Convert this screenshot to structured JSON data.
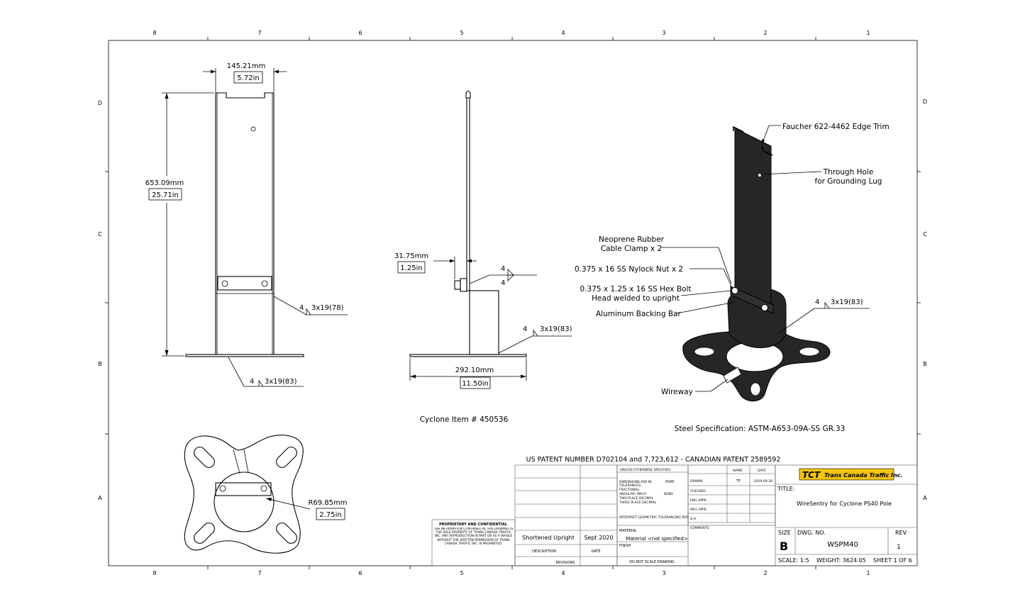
{
  "zones": {
    "top": [
      "8",
      "7",
      "6",
      "5",
      "4",
      "3",
      "2",
      "1"
    ],
    "bottom": [
      "8",
      "7",
      "6",
      "5",
      "4",
      "3",
      "2",
      "1"
    ],
    "left": [
      "D",
      "C",
      "B",
      "A"
    ],
    "right": [
      "D",
      "C",
      "B",
      "A"
    ]
  },
  "dimensions": {
    "width_mm": "145.21mm",
    "width_in": "5.72in",
    "height_mm": "653.09mm",
    "height_in": "25.71in",
    "offset_mm": "31.75mm",
    "offset_in": "1.25in",
    "base_mm": "292.10mm",
    "base_in": "11.50in",
    "radius_mm": "R69.85mm",
    "radius_in": "2.75in"
  },
  "welds": {
    "front": {
      "size": "4",
      "spec": "3x19(78)"
    },
    "front_base": {
      "size": "4",
      "spec": "3x19(83)"
    },
    "side_top": {
      "size": "4",
      "size2": "4"
    },
    "side_base": {
      "size": "4",
      "spec": "3x19(83)"
    },
    "iso": {
      "size": "4",
      "spec": "3x19(83)"
    }
  },
  "callouts": {
    "edge_trim": "Faucher 622-4462 Edge Trim",
    "through_hole_1": "Through Hole",
    "through_hole_2": "for Grounding Lug",
    "neoprene_1": "Neoprene Rubber",
    "neoprene_2": "Cable Clamp x 2",
    "nylock": "0.375 x 16 SS Nylock Nut x 2",
    "hexbolt_1": "0.375 x 1.25 x 16 SS Hex Bolt",
    "hexbolt_2": "Head welded to upright",
    "backing_bar": "Aluminum Backing Bar",
    "wireway": "Wireway"
  },
  "notes": {
    "cyclone_item": "Cyclone Item # 450536",
    "steel_spec": "Steel Specification: ASTM-A653-09A-SS GR.33",
    "patent": "US PATENT NUMBER D702104 and 7,723,612 - CANADIAN PATENT 2589592"
  },
  "title_block": {
    "proprietary_title": "PROPRIETARY AND CONFIDENTIAL",
    "proprietary_body": "THE INFORMATION CONTAINED IN THIS DRAWING IS THE SOLE PROPERTY OF TRANS CANADA TRAFFIC INC. ANY REPRODUCTION IN PART OR AS A WHOLE WITHOUT THE WRITTEN PERMISSION OF TRANS CANADA TRAFFIC INC. IS PROHIBITED.",
    "revision_desc": "Shortened Upright",
    "revision_date": "Sept 2020",
    "description_label": "DESCRIPTION",
    "date_label": "DATE",
    "revisions_label": "REVISIONS",
    "unless_label": "UNLESS OTHERWISE SPECIFIED:",
    "dims_label": "DIMENSIONS ARE IN",
    "dims_unit": "mm",
    "tolerances_label": "TOLERANCES:",
    "fractional_label": "FRACTIONAL",
    "angular_label": "ANGULAR: MACH",
    "bend_label": "BEND",
    "two_place_label": "TWO PLACE DECIMAL",
    "three_place_label": "THREE PLACE DECIMAL",
    "interpret_label": "INTERPRET GEOMETRIC TOLERANCING PER:",
    "material_label": "MATERIAL",
    "material_value": "Material <not specified>",
    "finish_label": "FINISH",
    "noscale_label": "DO NOT SCALE DRAWING",
    "name_label": "NAME",
    "date_col_label": "DATE",
    "drawn_label": "DRAWN",
    "drawn_name": "TF",
    "drawn_date": "2019-09-30",
    "checked_label": "CHECKED",
    "eng_label": "ENG APPR.",
    "mfg_label": "MFG APPR.",
    "qa_label": "Q.A.",
    "comments_label": "COMMENTS:",
    "company": "Trans Canada Traffic Inc.",
    "company_mark": "TCT",
    "title_label": "TITLE:",
    "title_value": "WireSentry for Cyclone PS40 Pole",
    "size_label": "SIZE",
    "size_value": "B",
    "dwg_label": "DWG. NO.",
    "dwg_value": "WSPM40",
    "rev_label": "REV",
    "rev_value": "1",
    "scale_text": "SCALE: 1:5",
    "weight_text": "WEIGHT: 3624.05",
    "sheet_text": "SHEET 1 OF 6"
  },
  "colors": {
    "logo_yellow": "#f2c313",
    "logo_red": "#c4161c",
    "part_fill": "#262626"
  }
}
